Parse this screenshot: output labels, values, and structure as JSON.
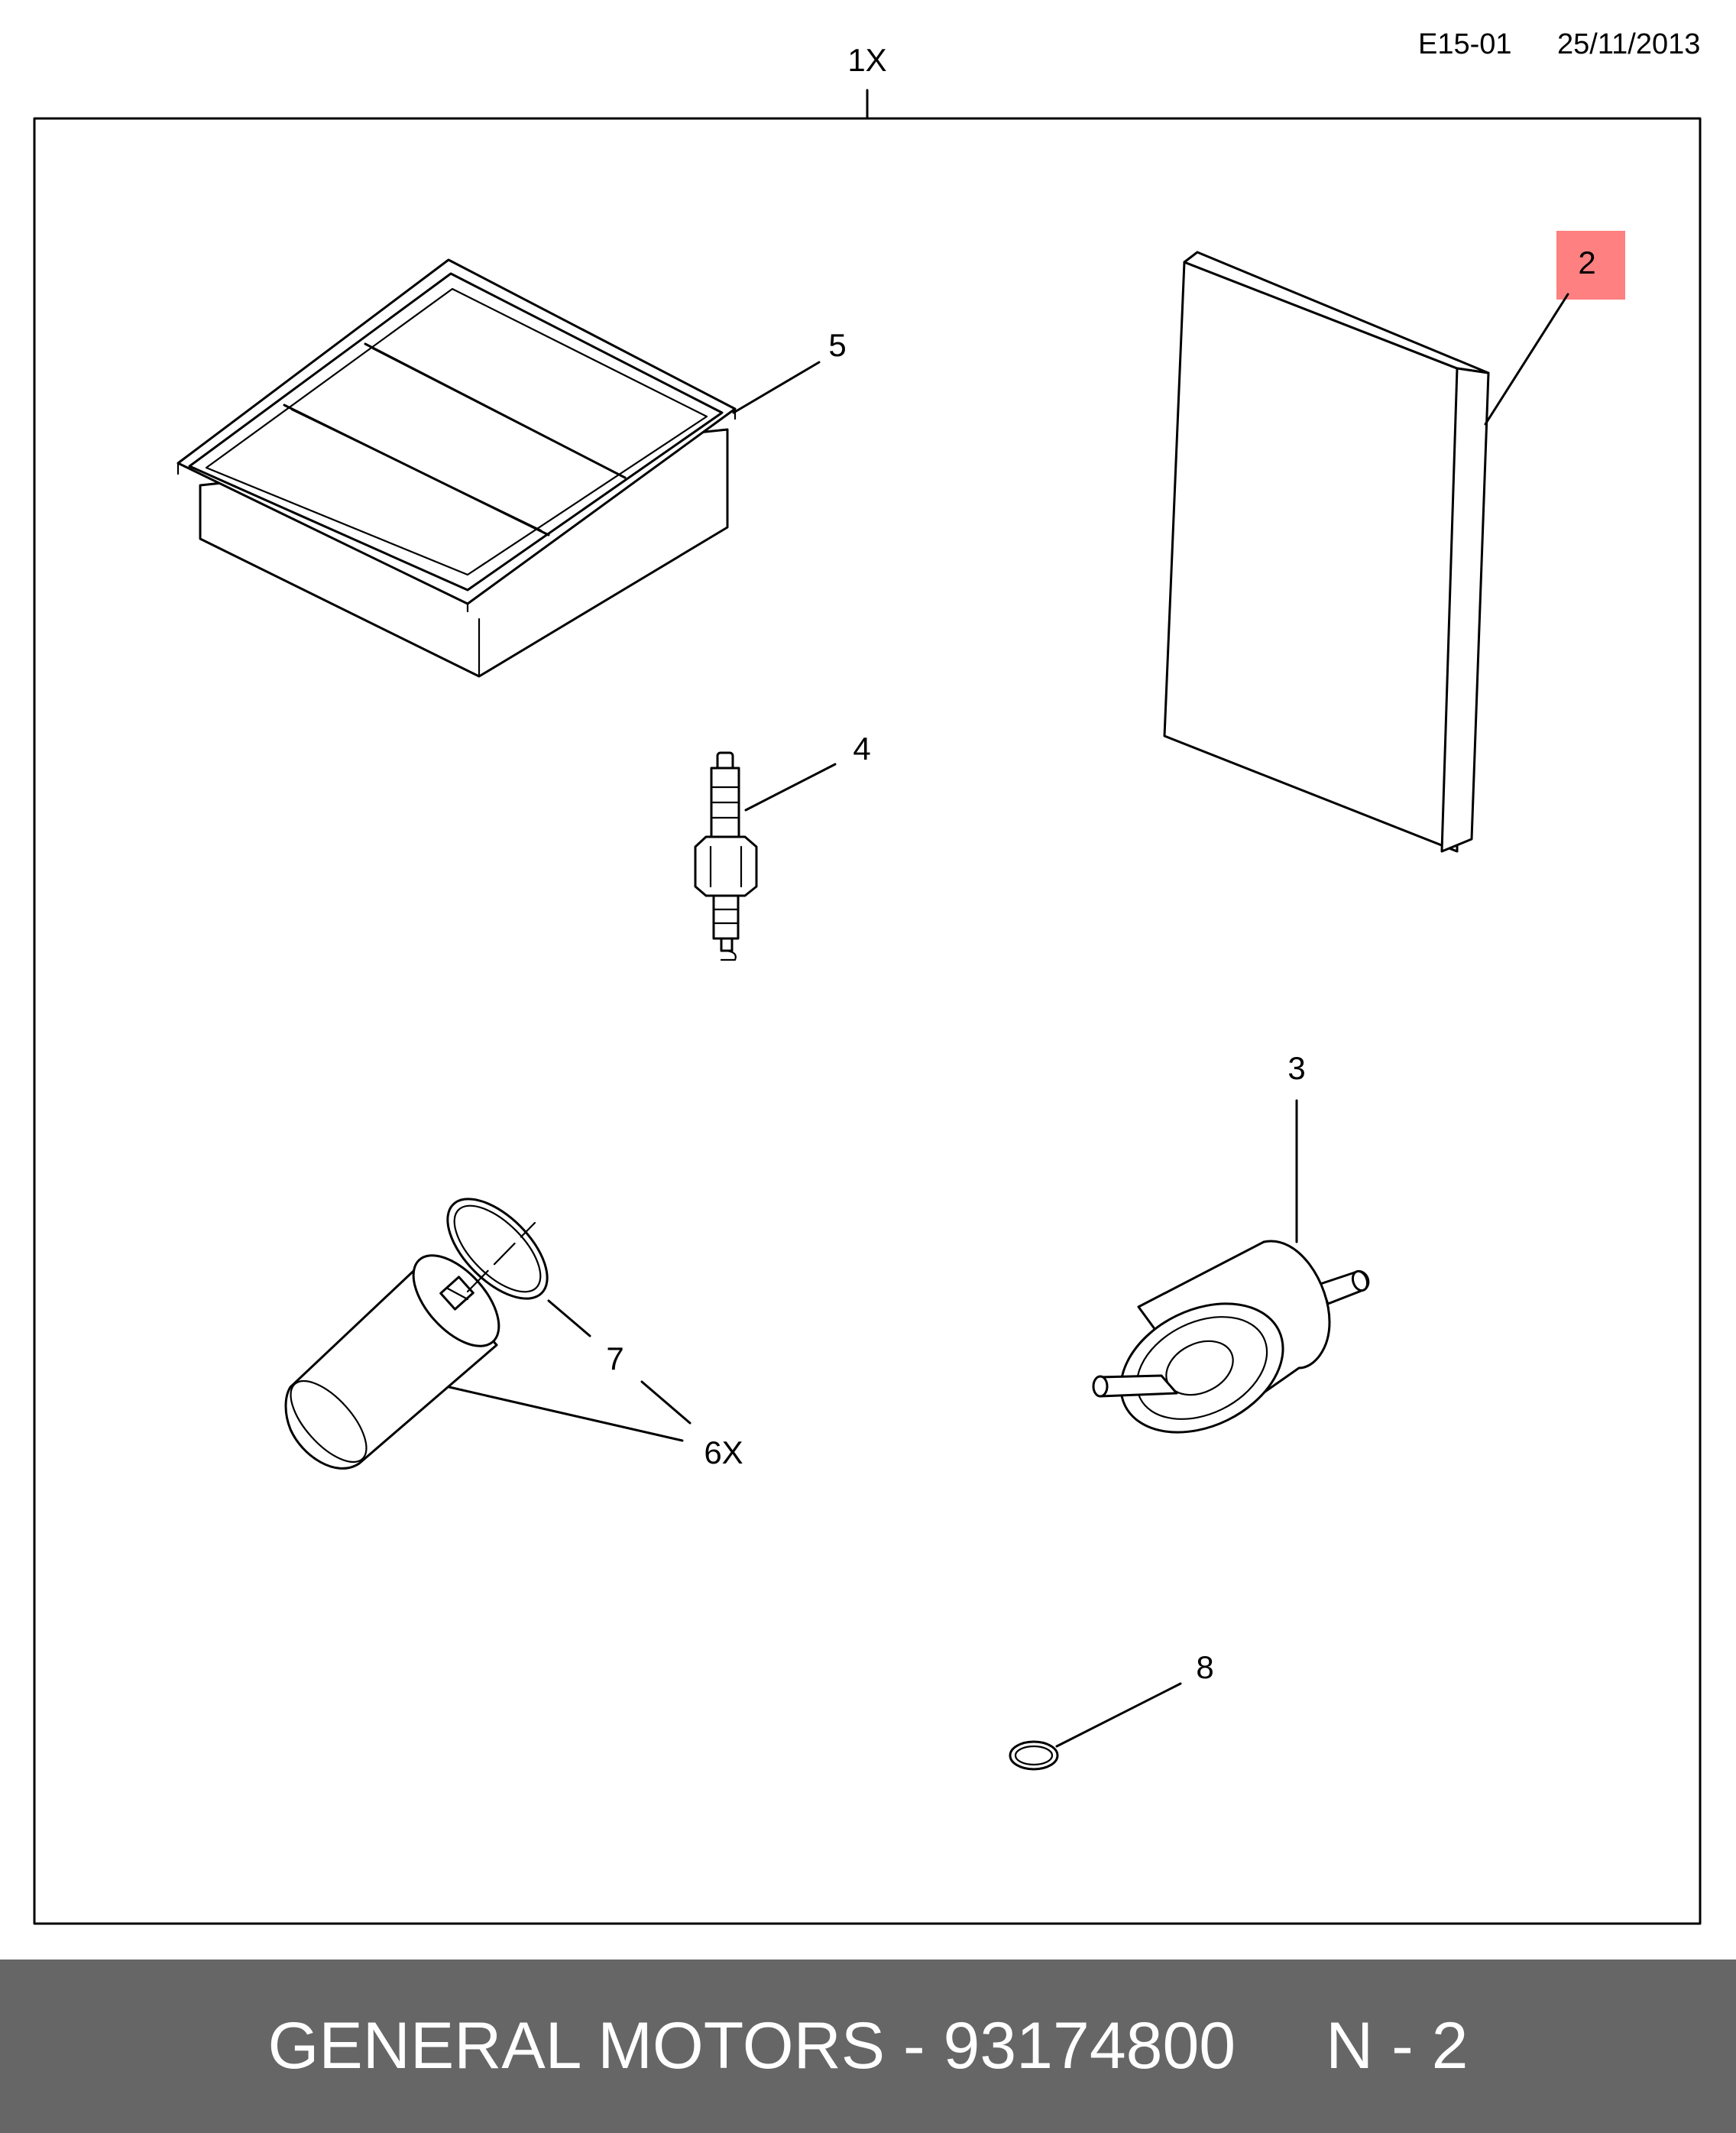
{
  "header": {
    "code": "E15-01",
    "date": "25/11/2013"
  },
  "kit": {
    "quantity_label": "1X"
  },
  "callouts": {
    "air_filter": "5",
    "cabin_filter": "2",
    "spark_plug": "4",
    "fuel_filter": "3",
    "oil_filter_seal": "7",
    "oil_filter": "6X",
    "drain_washer": "8"
  },
  "colors": {
    "highlight": "#ff8080",
    "footer_bg": "#666666",
    "footer_text": "#ffffff"
  },
  "footer": {
    "part": "GENERAL MOTORS - 93174800",
    "page": "N - 2"
  }
}
